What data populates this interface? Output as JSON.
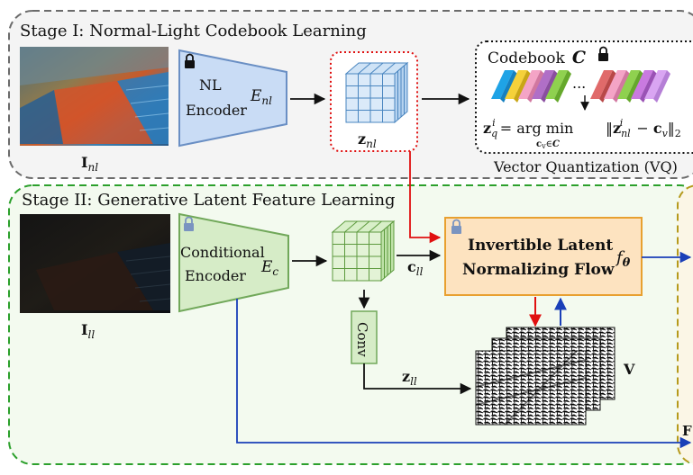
{
  "stage1": {
    "title": "Stage I: Normal-Light Codebook Learning",
    "input_image_label": "I",
    "input_image_sub": "nl",
    "encoder_line1": "NL",
    "encoder_line2": "Encoder",
    "encoder_symbol": "E",
    "encoder_symbol_sub": "nl",
    "latent_label": "z",
    "latent_sub": "nl",
    "codebook_title": "Codebook",
    "codebook_symbol": "C",
    "vq_formula": "z_q^i = arg min_{c_v ∈ C} ‖z_nl^i − c_v‖_2",
    "vq_label": "Vector Quantization (VQ)"
  },
  "stage2": {
    "title": "Stage II: Generative Latent Feature Learning",
    "input_image_label": "I",
    "input_image_sub": "ll",
    "encoder_line1": "Conditional",
    "encoder_line2": "Encoder",
    "encoder_symbol": "E",
    "encoder_symbol_sub": "c",
    "cond_label": "c",
    "cond_sub": "ll",
    "conv_label": "Conv",
    "zll_label": "z",
    "zll_sub": "ll",
    "flow_line1": "Invertible Latent",
    "flow_line2": "Normalizing Flow",
    "flow_symbol": "f",
    "flow_symbol_sub": "θ",
    "v_label": "V",
    "cut_label": "F"
  },
  "colors": {
    "stage1_border": "#6b6b6b",
    "stage2_border": "#2ca02c",
    "stage2_bg": "#f3faef",
    "stage3_border": "#b59a1c",
    "encoder_fill": "#c9dcf5",
    "encoder_stroke": "#6a8fc4",
    "cond_fill": "#d6ecc7",
    "cond_stroke": "#71a85a",
    "flow_fill": "#fde3c0",
    "flow_stroke": "#e8a030",
    "red_arrow": "#e01010",
    "blue_arrow": "#1a3fb8"
  }
}
